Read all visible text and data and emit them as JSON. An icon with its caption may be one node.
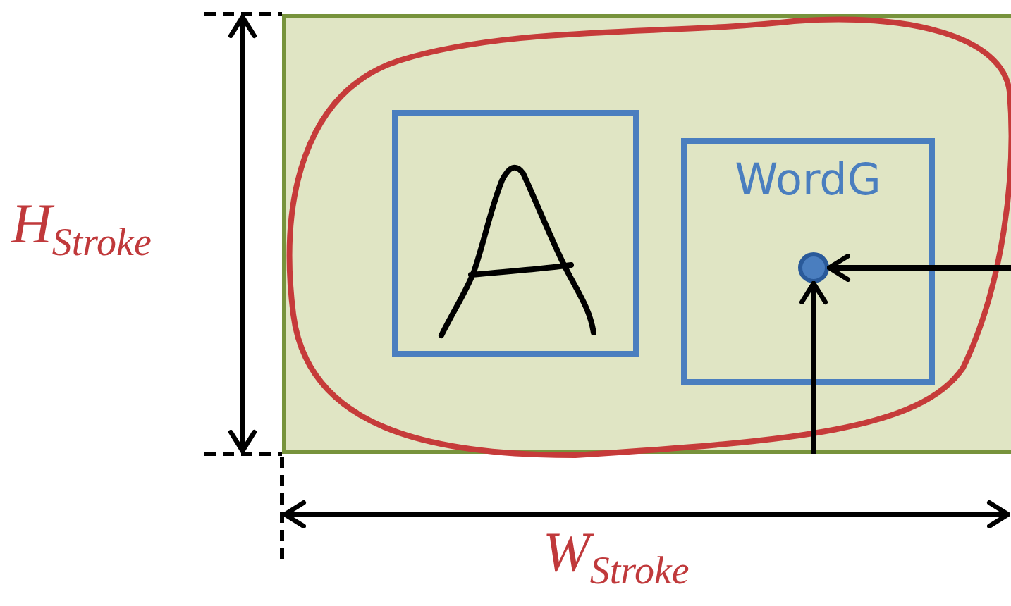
{
  "diagram": {
    "nodes": [
      {
        "text": [],
        "shape": "box"
      },
      {
        "text": [],
        "shape": "loop",
        "in": 0
      },
      {
        "text": [],
        "shape": "picture",
        "in": 1
      },
      {
        "text": [
          "WordG"
        ],
        "in": 1
      },
      {
        "text": [],
        "shape": "circle",
        "in": 3
      }
    ],
    "edges": [
      {
        "from": null,
        "to": 4,
        "arrow": "to"
      },
      {
        "from": null,
        "to": 4,
        "arrow": "to"
      }
    ],
    "labels": [
      "H$_{Stroke}$",
      "W$_{Stroke}$"
    ]
  }
}
